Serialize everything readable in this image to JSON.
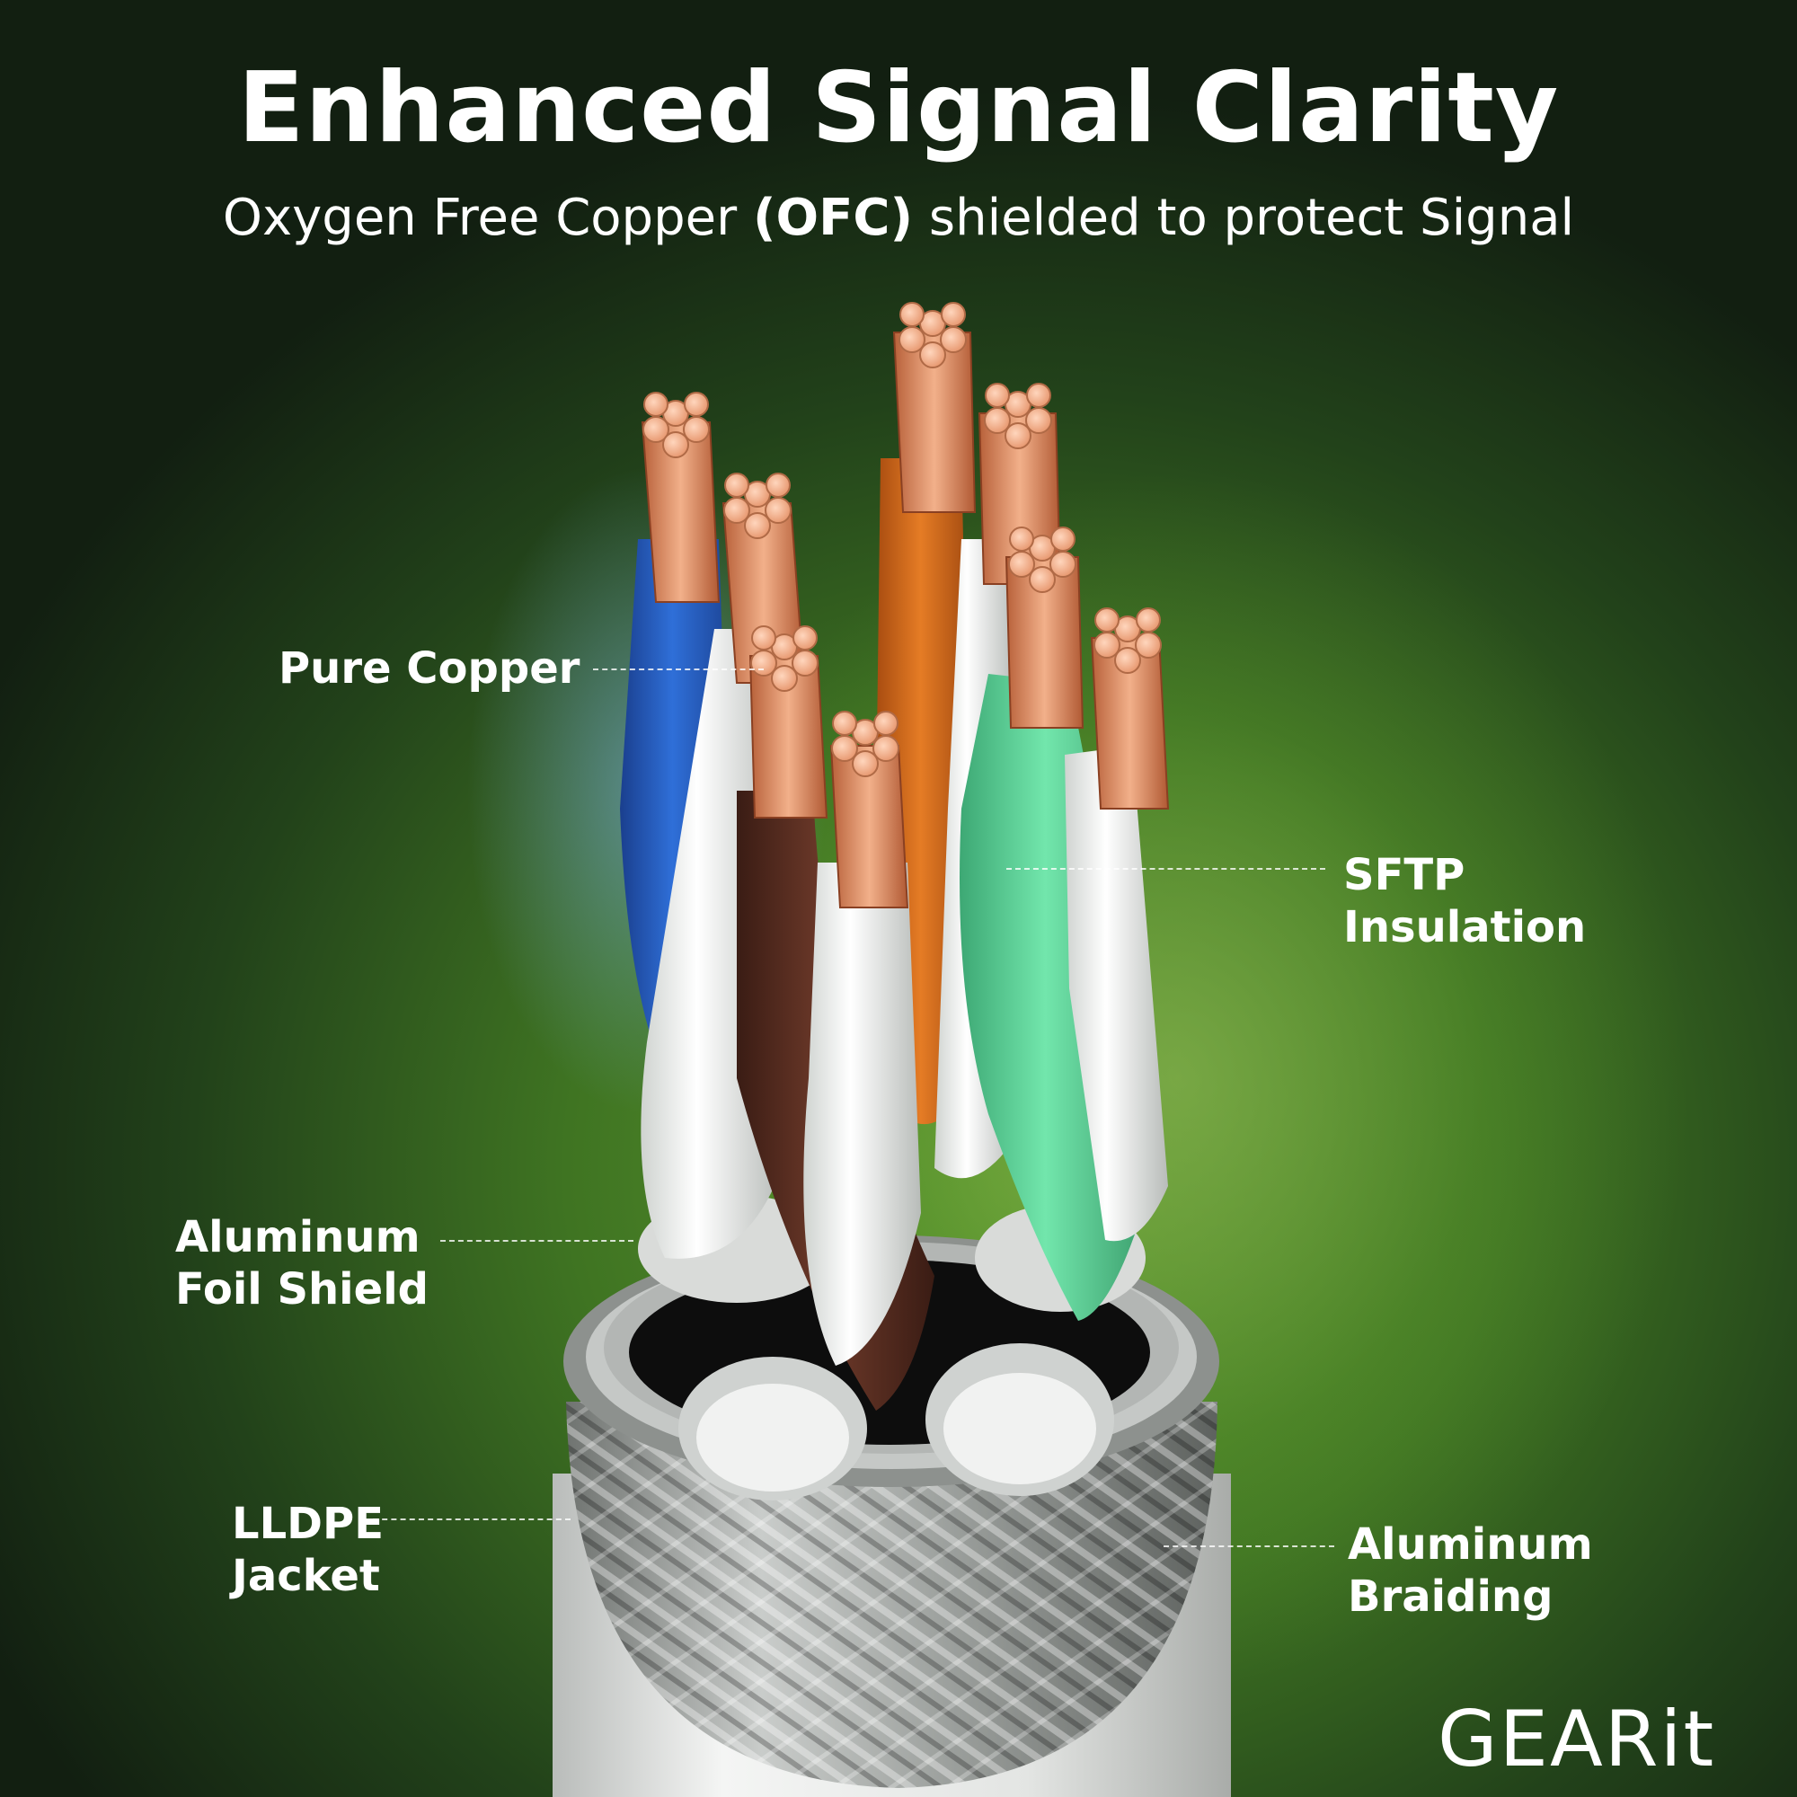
{
  "header": {
    "title": "Enhanced Signal Clarity",
    "subtitle_before": "Oxygen Free Copper ",
    "subtitle_bold": "(OFC)",
    "subtitle_after": " shielded to protect Signal"
  },
  "callouts": {
    "pure_copper": {
      "line1": "Pure Copper"
    },
    "sftp_insulation": {
      "line1": "SFTP",
      "line2": "Insulation"
    },
    "aluminum_foil_shield": {
      "line1": "Aluminum",
      "line2": "Foil Shield"
    },
    "lldpe_jacket": {
      "line1": "LLDPE",
      "line2": "Jacket"
    },
    "aluminum_braiding": {
      "line1": "Aluminum",
      "line2": "Braiding"
    }
  },
  "brand": {
    "logo_text": "GEARit"
  },
  "colors": {
    "background_center": "#5f9a2f",
    "background_edge": "#121f11",
    "wire_blue": "#2a63c8",
    "wire_orange": "#d8701e",
    "wire_brown": "#5a2f22",
    "wire_green": "#5fd59a",
    "wire_white": "#eef0ee",
    "copper": "#e7a27b",
    "jacket": "#e6e8e6"
  }
}
